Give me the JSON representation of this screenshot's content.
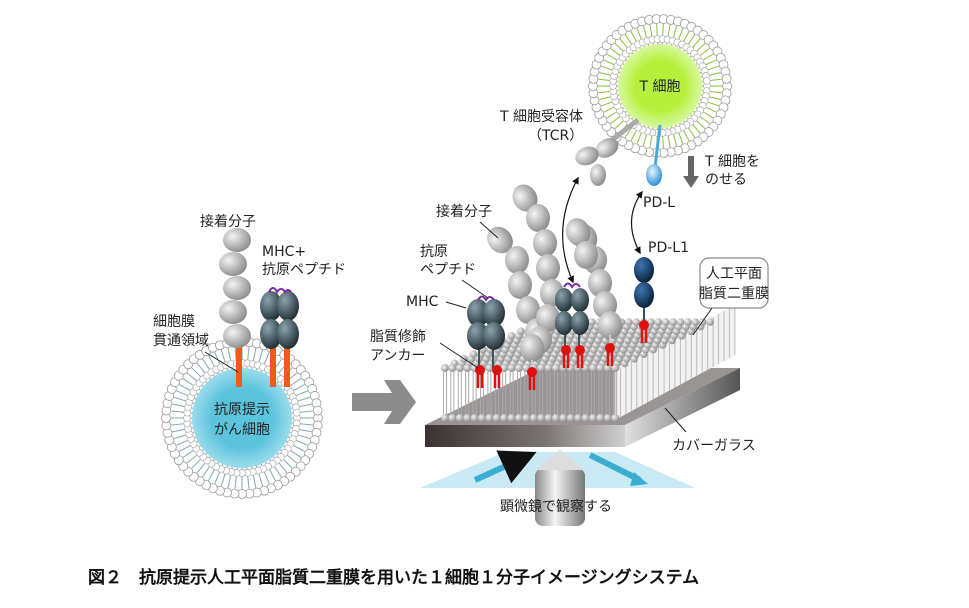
{
  "left_cell": {
    "adhesion_label": "接着分子",
    "mhc_label_line1": "MHC+",
    "mhc_label_line2": "抗原ペプチド",
    "tm_label_line1": "細胞膜",
    "tm_label_line2": "貫通領域",
    "cell_line1": "抗原提示",
    "cell_line2": "がん細胞"
  },
  "right_panel": {
    "t_cell": "T 細胞",
    "tcr_line1": "T 細胞受容体",
    "tcr_line2": "（TCR）",
    "place_line1": "T 細胞を",
    "place_line2": "のせる",
    "pd1": "PD-L",
    "pdl1": "PD-L1",
    "adhesion_label": "接着分子",
    "peptide_line1": "抗原",
    "peptide_line2": "ペプチド",
    "mhc": "MHC",
    "anchor_line1": "脂質修飾",
    "anchor_line2": "アンカー",
    "bilayer_line1": "人工平面",
    "bilayer_line2": "脂質二重膜",
    "coverglass": "カバーガラス",
    "microscope": "顕微鏡で観察する"
  },
  "caption": "図２　抗原提示人工平面脂質二重膜を用いた１細胞１分子イメージングシステム",
  "colors": {
    "cancer_cell": "#5cc3dc",
    "t_cell": "#b6f03c",
    "mhc": "#3e5560",
    "pdl1": "#123e6b",
    "tm_domain": "#f05a1e",
    "anchor": "#e01010",
    "peptide": "#7a2aa0"
  }
}
